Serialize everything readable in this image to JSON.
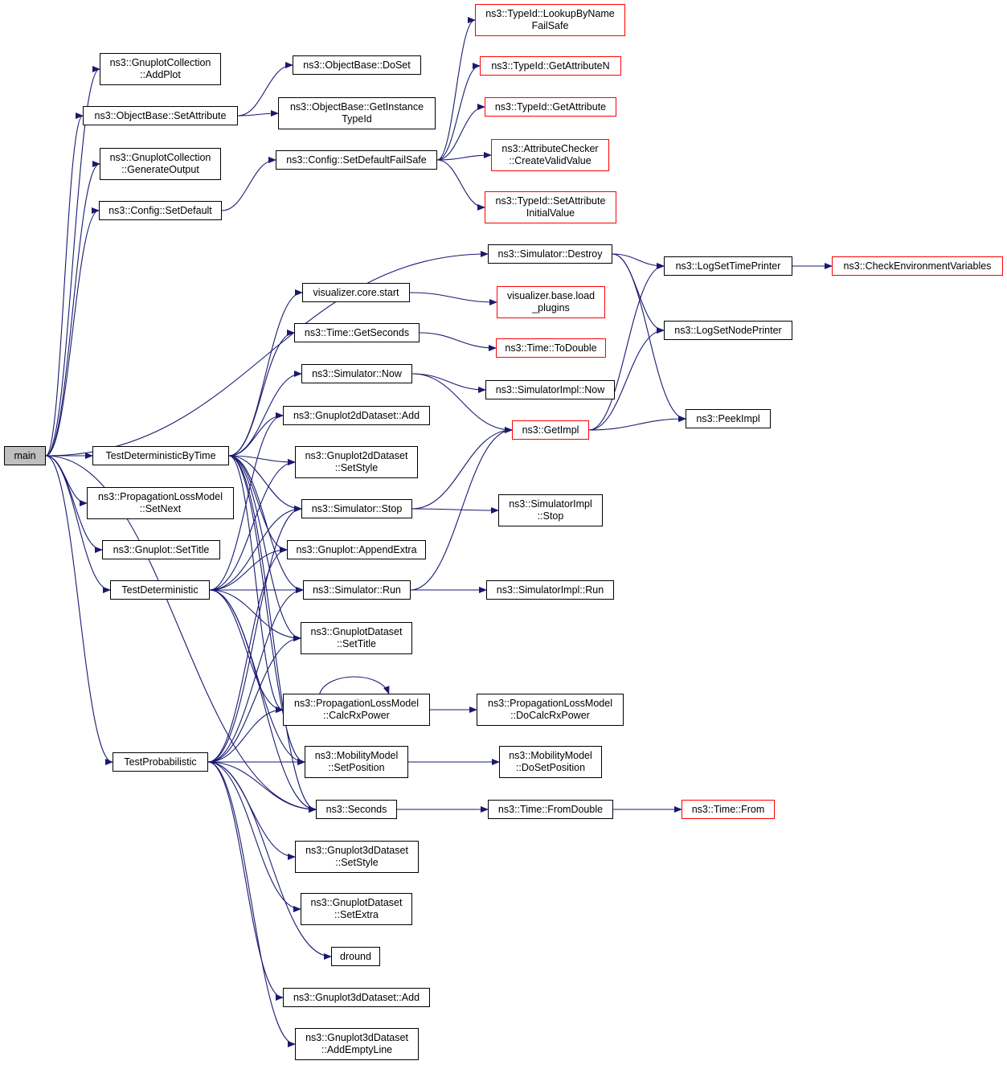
{
  "title": "main call graph",
  "colors": {
    "edge": "#191970",
    "node_border": "#000000",
    "missing_border": "#ff0000",
    "root_fill": "#bfbfbf"
  },
  "nodes": [
    {
      "id": "main",
      "lines": [
        "main"
      ],
      "style": "root"
    },
    {
      "id": "gc_addplot",
      "lines": [
        "ns3::GnuplotCollection",
        "::AddPlot"
      ],
      "style": "normal"
    },
    {
      "id": "ob_setattr",
      "lines": [
        "ns3::ObjectBase::SetAttribute"
      ],
      "style": "normal"
    },
    {
      "id": "gc_genout",
      "lines": [
        "ns3::GnuplotCollection",
        "::GenerateOutput"
      ],
      "style": "normal"
    },
    {
      "id": "cfg_setdefault",
      "lines": [
        "ns3::Config::SetDefault"
      ],
      "style": "normal"
    },
    {
      "id": "ob_doset",
      "lines": [
        "ns3::ObjectBase::DoSet"
      ],
      "style": "normal"
    },
    {
      "id": "ob_getinst",
      "lines": [
        "ns3::ObjectBase::GetInstance",
        "TypeId"
      ],
      "style": "normal"
    },
    {
      "id": "cfg_sdfs",
      "lines": [
        "ns3::Config::SetDefaultFailSafe"
      ],
      "style": "normal"
    },
    {
      "id": "tid_lookup",
      "lines": [
        "ns3::TypeId::LookupByName",
        "FailSafe"
      ],
      "style": "red"
    },
    {
      "id": "tid_getattrn",
      "lines": [
        "ns3::TypeId::GetAttributeN"
      ],
      "style": "red"
    },
    {
      "id": "tid_getattr",
      "lines": [
        "ns3::TypeId::GetAttribute"
      ],
      "style": "red"
    },
    {
      "id": "ac_cvv",
      "lines": [
        "ns3::AttributeChecker",
        "::CreateValidValue"
      ],
      "style": "red"
    },
    {
      "id": "tid_setattrinit",
      "lines": [
        "ns3::TypeId::SetAttribute",
        "InitialValue"
      ],
      "style": "red"
    },
    {
      "id": "sim_destroy",
      "lines": [
        "ns3::Simulator::Destroy"
      ],
      "style": "normal"
    },
    {
      "id": "logtime",
      "lines": [
        "ns3::LogSetTimePrinter"
      ],
      "style": "normal"
    },
    {
      "id": "checkenv",
      "lines": [
        "ns3::CheckEnvironmentVariables"
      ],
      "style": "red"
    },
    {
      "id": "lognode",
      "lines": [
        "ns3::LogSetNodePrinter"
      ],
      "style": "normal"
    },
    {
      "id": "peekimpl",
      "lines": [
        "ns3::PeekImpl"
      ],
      "style": "normal"
    },
    {
      "id": "viz_start",
      "lines": [
        "visualizer.core.start"
      ],
      "style": "normal"
    },
    {
      "id": "viz_load",
      "lines": [
        "visualizer.base.load",
        "_plugins"
      ],
      "style": "red"
    },
    {
      "id": "time_getsec",
      "lines": [
        "ns3::Time::GetSeconds"
      ],
      "style": "normal"
    },
    {
      "id": "time_todouble",
      "lines": [
        "ns3::Time::ToDouble"
      ],
      "style": "red"
    },
    {
      "id": "sim_now",
      "lines": [
        "ns3::Simulator::Now"
      ],
      "style": "normal"
    },
    {
      "id": "simimpl_now",
      "lines": [
        "ns3::SimulatorImpl::Now"
      ],
      "style": "normal"
    },
    {
      "id": "getimpl",
      "lines": [
        "ns3::GetImpl"
      ],
      "style": "red"
    },
    {
      "id": "g2d_add",
      "lines": [
        "ns3::Gnuplot2dDataset::Add"
      ],
      "style": "normal"
    },
    {
      "id": "tdbt",
      "lines": [
        "TestDeterministicByTime"
      ],
      "style": "normal"
    },
    {
      "id": "g2d_setstyle",
      "lines": [
        "ns3::Gnuplot2dDataset",
        "::SetStyle"
      ],
      "style": "normal"
    },
    {
      "id": "plm_setnext",
      "lines": [
        "ns3::PropagationLossModel",
        "::SetNext"
      ],
      "style": "normal"
    },
    {
      "id": "sim_stop",
      "lines": [
        "ns3::Simulator::Stop"
      ],
      "style": "normal"
    },
    {
      "id": "simimpl_stop",
      "lines": [
        "ns3::SimulatorImpl",
        "::Stop"
      ],
      "style": "normal"
    },
    {
      "id": "gp_settitle",
      "lines": [
        "ns3::Gnuplot::SetTitle"
      ],
      "style": "normal"
    },
    {
      "id": "gp_appendextra",
      "lines": [
        "ns3::Gnuplot::AppendExtra"
      ],
      "style": "normal"
    },
    {
      "id": "td",
      "lines": [
        "TestDeterministic"
      ],
      "style": "normal"
    },
    {
      "id": "sim_run",
      "lines": [
        "ns3::Simulator::Run"
      ],
      "style": "normal"
    },
    {
      "id": "simimpl_run",
      "lines": [
        "ns3::SimulatorImpl::Run"
      ],
      "style": "normal"
    },
    {
      "id": "gds_settitle",
      "lines": [
        "ns3::GnuplotDataset",
        "::SetTitle"
      ],
      "style": "normal"
    },
    {
      "id": "plm_calcrx",
      "lines": [
        "ns3::PropagationLossModel",
        "::CalcRxPower"
      ],
      "style": "normal"
    },
    {
      "id": "plm_docalcrx",
      "lines": [
        "ns3::PropagationLossModel",
        "::DoCalcRxPower"
      ],
      "style": "normal"
    },
    {
      "id": "tp",
      "lines": [
        "TestProbabilistic"
      ],
      "style": "normal"
    },
    {
      "id": "mm_setpos",
      "lines": [
        "ns3::MobilityModel",
        "::SetPosition"
      ],
      "style": "normal"
    },
    {
      "id": "mm_dosetpos",
      "lines": [
        "ns3::MobilityModel",
        "::DoSetPosition"
      ],
      "style": "normal"
    },
    {
      "id": "seconds",
      "lines": [
        "ns3::Seconds"
      ],
      "style": "normal"
    },
    {
      "id": "time_fromdouble",
      "lines": [
        "ns3::Time::FromDouble"
      ],
      "style": "normal"
    },
    {
      "id": "time_from",
      "lines": [
        "ns3::Time::From"
      ],
      "style": "red"
    },
    {
      "id": "g3d_setstyle",
      "lines": [
        "ns3::Gnuplot3dDataset",
        "::SetStyle"
      ],
      "style": "normal"
    },
    {
      "id": "gds_setextra",
      "lines": [
        "ns3::GnuplotDataset",
        "::SetExtra"
      ],
      "style": "normal"
    },
    {
      "id": "dround",
      "lines": [
        "dround"
      ],
      "style": "normal"
    },
    {
      "id": "g3d_add",
      "lines": [
        "ns3::Gnuplot3dDataset::Add"
      ],
      "style": "normal"
    },
    {
      "id": "g3d_addempty",
      "lines": [
        "ns3::Gnuplot3dDataset",
        "::AddEmptyLine"
      ],
      "style": "normal"
    }
  ],
  "edges": [
    [
      "main",
      "gc_addplot"
    ],
    [
      "main",
      "ob_setattr"
    ],
    [
      "main",
      "gc_genout"
    ],
    [
      "main",
      "cfg_setdefault"
    ],
    [
      "main",
      "sim_destroy"
    ],
    [
      "main",
      "tdbt"
    ],
    [
      "main",
      "plm_setnext"
    ],
    [
      "main",
      "gp_settitle"
    ],
    [
      "main",
      "td"
    ],
    [
      "main",
      "tp"
    ],
    [
      "main",
      "seconds"
    ],
    [
      "ob_setattr",
      "ob_doset"
    ],
    [
      "ob_setattr",
      "ob_getinst"
    ],
    [
      "cfg_setdefault",
      "cfg_sdfs"
    ],
    [
      "cfg_sdfs",
      "tid_lookup"
    ],
    [
      "cfg_sdfs",
      "tid_getattrn"
    ],
    [
      "cfg_sdfs",
      "tid_getattr"
    ],
    [
      "cfg_sdfs",
      "ac_cvv"
    ],
    [
      "cfg_sdfs",
      "tid_setattrinit"
    ],
    [
      "sim_destroy",
      "logtime"
    ],
    [
      "sim_destroy",
      "lognode"
    ],
    [
      "sim_destroy",
      "peekimpl"
    ],
    [
      "logtime",
      "checkenv"
    ],
    [
      "viz_start",
      "viz_load"
    ],
    [
      "time_getsec",
      "time_todouble"
    ],
    [
      "sim_now",
      "simimpl_now"
    ],
    [
      "sim_now",
      "getimpl"
    ],
    [
      "getimpl",
      "logtime"
    ],
    [
      "getimpl",
      "lognode"
    ],
    [
      "getimpl",
      "peekimpl"
    ],
    [
      "tdbt",
      "viz_start"
    ],
    [
      "tdbt",
      "time_getsec"
    ],
    [
      "tdbt",
      "sim_now"
    ],
    [
      "tdbt",
      "g2d_add"
    ],
    [
      "tdbt",
      "g2d_setstyle"
    ],
    [
      "tdbt",
      "sim_stop"
    ],
    [
      "tdbt",
      "gp_appendextra"
    ],
    [
      "tdbt",
      "sim_run"
    ],
    [
      "tdbt",
      "gds_settitle"
    ],
    [
      "tdbt",
      "plm_calcrx"
    ],
    [
      "tdbt",
      "mm_setpos"
    ],
    [
      "tdbt",
      "seconds"
    ],
    [
      "sim_stop",
      "simimpl_stop"
    ],
    [
      "sim_stop",
      "getimpl"
    ],
    [
      "sim_run",
      "simimpl_run"
    ],
    [
      "sim_run",
      "getimpl"
    ],
    [
      "td",
      "g2d_add"
    ],
    [
      "td",
      "g2d_setstyle"
    ],
    [
      "td",
      "sim_stop"
    ],
    [
      "td",
      "gp_appendextra"
    ],
    [
      "td",
      "sim_run"
    ],
    [
      "td",
      "gds_settitle"
    ],
    [
      "td",
      "plm_calcrx"
    ],
    [
      "td",
      "mm_setpos"
    ],
    [
      "td",
      "seconds"
    ],
    [
      "plm_calcrx",
      "plm_calcrx"
    ],
    [
      "plm_calcrx",
      "plm_docalcrx"
    ],
    [
      "mm_setpos",
      "mm_dosetpos"
    ],
    [
      "seconds",
      "time_fromdouble"
    ],
    [
      "time_fromdouble",
      "time_from"
    ],
    [
      "tp",
      "sim_stop"
    ],
    [
      "tp",
      "gp_appendextra"
    ],
    [
      "tp",
      "sim_run"
    ],
    [
      "tp",
      "gds_settitle"
    ],
    [
      "tp",
      "plm_calcrx"
    ],
    [
      "tp",
      "mm_setpos"
    ],
    [
      "tp",
      "seconds"
    ],
    [
      "tp",
      "g3d_setstyle"
    ],
    [
      "tp",
      "gds_setextra"
    ],
    [
      "tp",
      "dround"
    ],
    [
      "tp",
      "g3d_add"
    ],
    [
      "tp",
      "g3d_addempty"
    ]
  ]
}
